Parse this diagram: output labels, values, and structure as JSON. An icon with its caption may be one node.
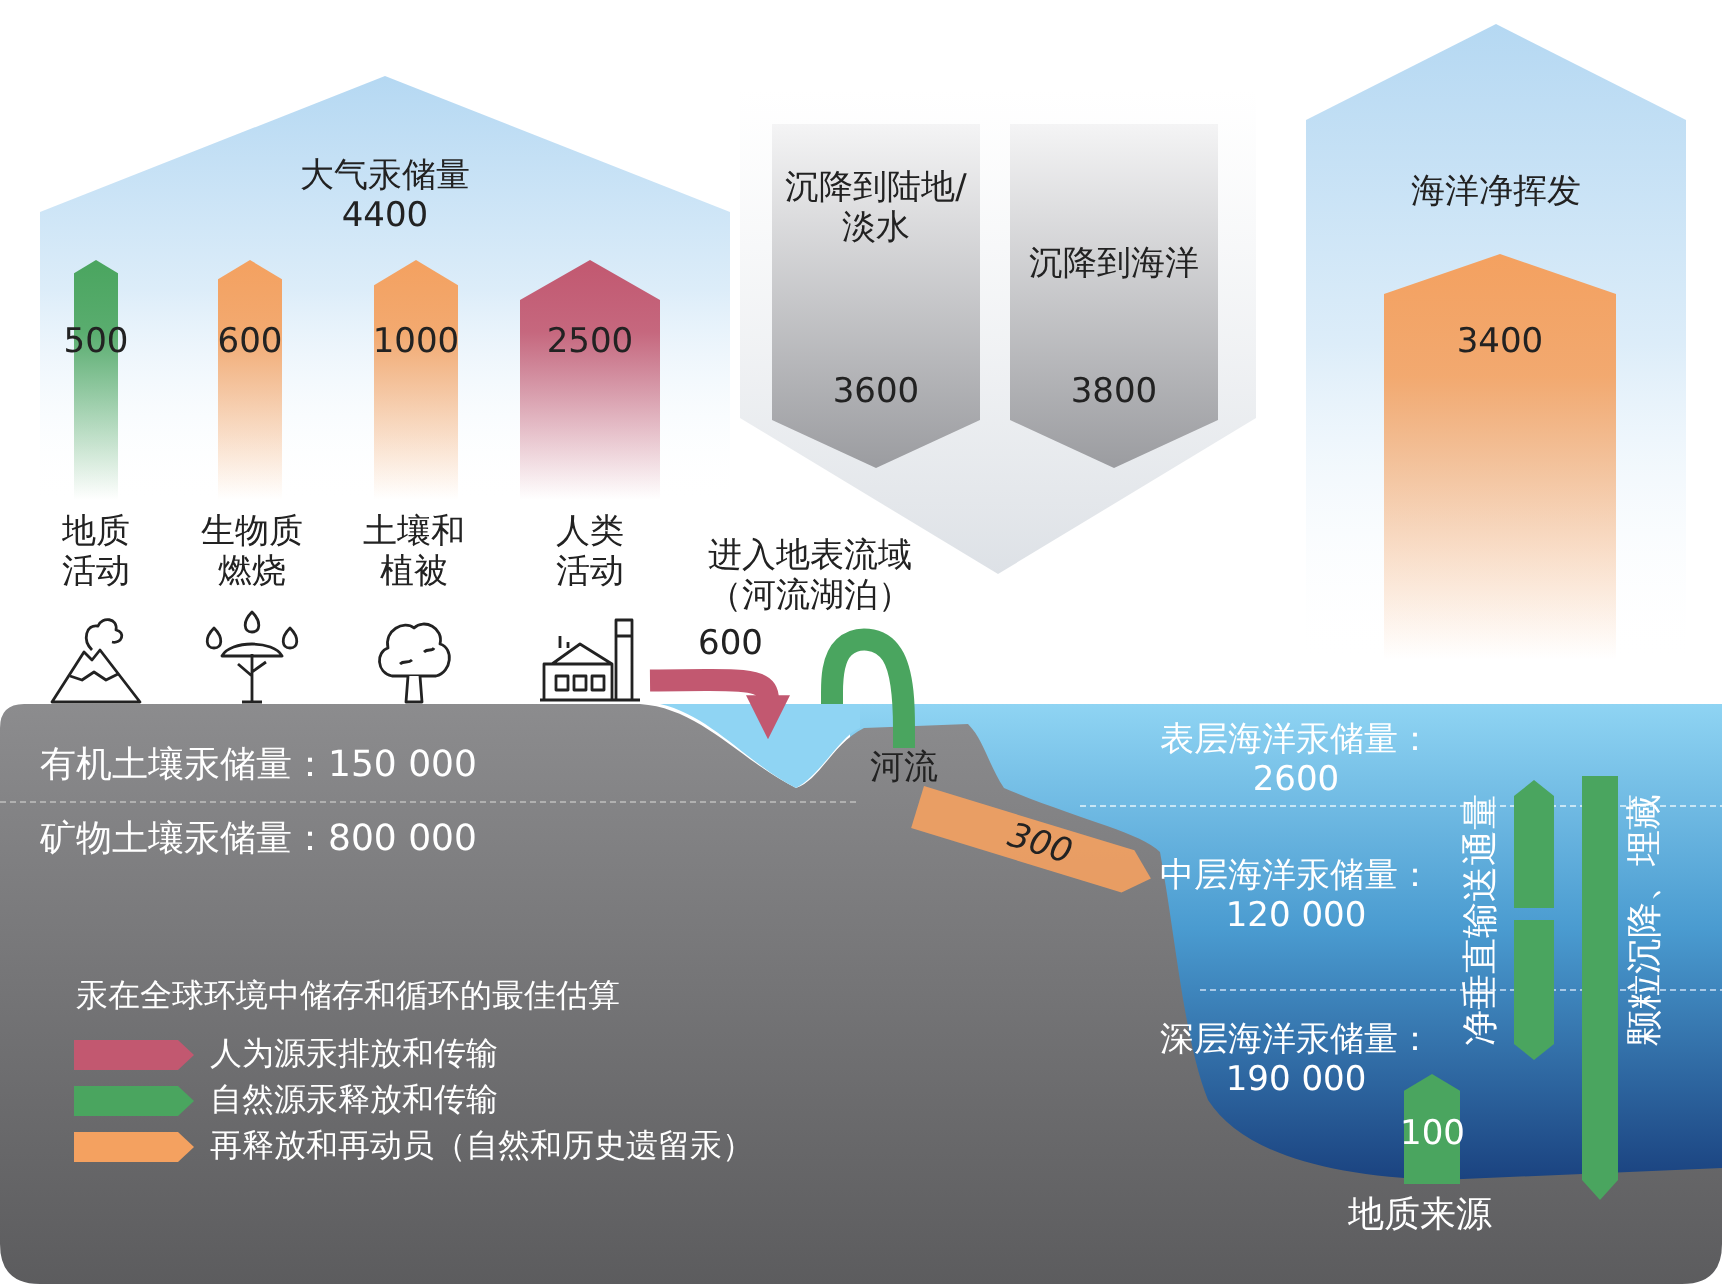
{
  "diagram": {
    "nodes": [
      {
        "text": [
          "大气汞储量 4400"
        ]
      },
      {
        "text": [
          "500"
        ],
        "in": 0
      },
      {
        "text": [
          "600"
        ],
        "in": 0
      },
      {
        "text": [
          "1000"
        ],
        "in": 0
      },
      {
        "text": [
          "2500"
        ],
        "in": 0
      },
      {
        "text": [
          "地质活动"
        ]
      },
      {
        "text": [
          "生物质燃烧"
        ]
      },
      {
        "text": [
          "土壤和植被"
        ]
      },
      {
        "text": [
          "人类活动"
        ]
      },
      {
        "text": [],
        "shape": "chevron"
      },
      {
        "text": [
          "沉降到陆地/淡水",
          "3600"
        ],
        "in": 9
      },
      {
        "text": [
          "沉降到海洋",
          "3800"
        ],
        "in": 9
      },
      {
        "text": [
          "海洋净挥发"
        ]
      },
      {
        "text": [
          "3400"
        ],
        "in": 12
      },
      {
        "text": [
          "有机土壤汞储量：150 000",
          "矿物土壤汞储量：800 000"
        ]
      },
      {
        "text": [],
        "shape": "lake",
        "in": 14
      },
      {
        "text": [
          "河流"
        ],
        "in": 14
      },
      {
        "text": [
          "300"
        ],
        "in": 14
      },
      {
        "text": [
          "表层海洋汞储量：2600"
        ]
      },
      {
        "text": [
          "中层海洋汞储量：120 000"
        ]
      },
      {
        "text": [
          "深层海洋汞储量：190 000"
        ]
      },
      {
        "text": [],
        "shape": "arrow",
        "beside": [
          "净垂直输送通量"
        ]
      },
      {
        "text": [],
        "shape": "arrow",
        "beside": [
          "颗粒沉降、埋藏"
        ]
      },
      {
        "text": [
          "100"
        ]
      }
    ],
    "edges": [
      {
        "from": 8,
        "to": 15,
        "arrow": "to",
        "label": "600",
        "color": "#c25870"
      },
      {
        "from": 15,
        "to": 16,
        "arrow": "none",
        "color": "#4aa55f"
      }
    ],
    "labels": [
      "进入地表流域（河流湖泊）",
      "汞在全球环境中储存和循环的最佳估算",
      "地质来源"
    ],
    "legend": [
      {
        "text": "人为源汞排放和传输",
        "color": "#c25870"
      },
      {
        "text": "自然源汞释放和传输",
        "color": "#4aa55f"
      },
      {
        "text": "再释放和再动员（自然和历史遗留汞）",
        "color": "#f4a160"
      }
    ]
  }
}
